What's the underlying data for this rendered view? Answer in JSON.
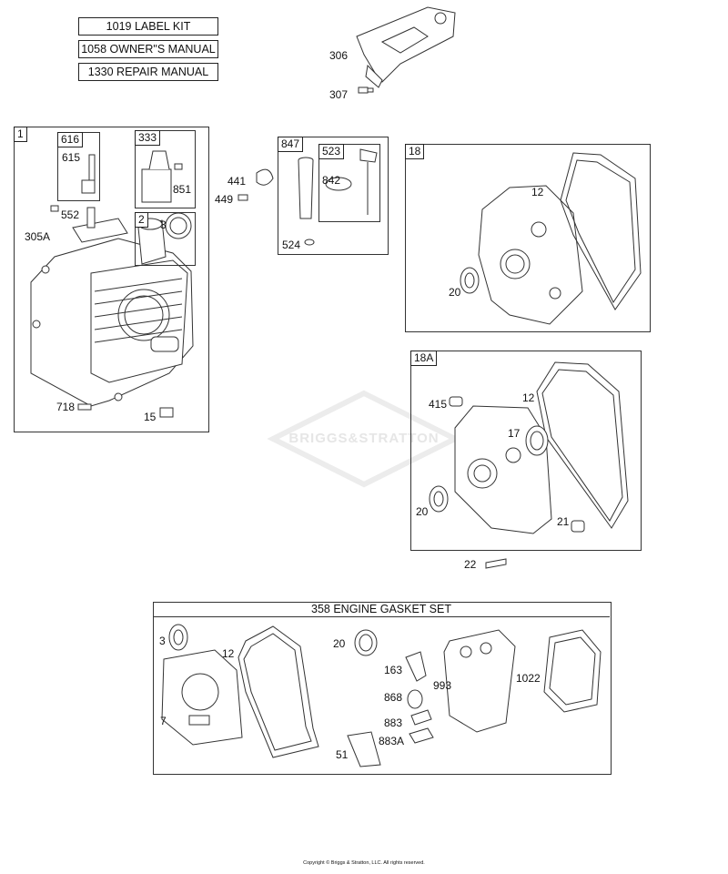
{
  "kits": [
    {
      "label": "1019 LABEL KIT"
    },
    {
      "label": "1058 OWNER\"S MANUAL"
    },
    {
      "label": "1330 REPAIR MANUAL"
    }
  ],
  "group_tags": {
    "block": "1",
    "breather": "616",
    "governor": "333",
    "cyl_sleeve": "2",
    "dipstick_tube": "847",
    "dipstick": "523",
    "sump": "18",
    "sump_a": "18A"
  },
  "parts": {
    "p306": "306",
    "p307": "307",
    "p615": "615",
    "p851": "851",
    "p552": "552",
    "p3": "3",
    "p305A": "305A",
    "p441": "441",
    "p449": "449",
    "p842": "842",
    "p524": "524",
    "p12_sump": "12",
    "p20_sump": "20",
    "p718": "718",
    "p15": "15",
    "p415": "415",
    "p12_sumpa": "12",
    "p17": "17",
    "p20_sumpa": "20",
    "p21": "21",
    "p22": "22"
  },
  "gasket_set": {
    "title": "358 ENGINE GASKET SET",
    "labels": {
      "g3": "3",
      "g12": "12",
      "g20": "20",
      "g163": "163",
      "g993": "993",
      "g1022": "1022",
      "g868": "868",
      "g7": "7",
      "g883": "883",
      "g883A": "883A",
      "g51": "51"
    }
  },
  "watermark": "BRIGGS&STRATTON",
  "copyright": "Copyright © Briggs & Stratton, LLC. All rights reserved."
}
